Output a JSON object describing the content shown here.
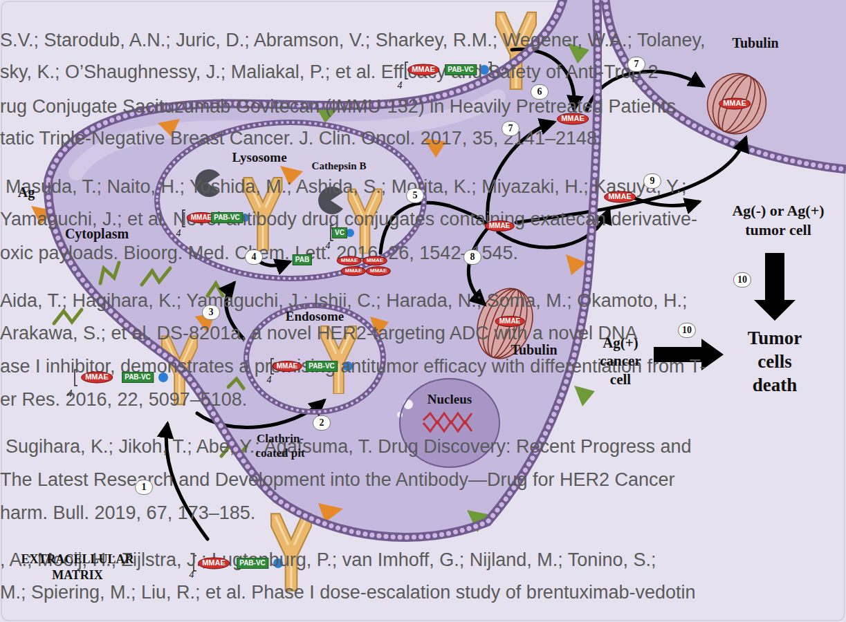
{
  "diagram": {
    "nodes": [
      {
        "text": [
          "Cytoplasm"
        ]
      },
      {
        "text": [
          "Lysosome"
        ],
        "in": 0
      },
      {
        "text": [
          "Endosome"
        ],
        "in": 0
      },
      {
        "text": [
          "Nucleus"
        ],
        "in": 0
      }
    ],
    "edges": [
      {
        "from": 2,
        "to": 1,
        "arrow": "to"
      }
    ],
    "labels": [
      "Tubulin",
      "Cathepsin B",
      "Ag",
      "Ag(-) or Ag(+) tumor cell",
      "Ag(+) cancer cell",
      "Tumor cells death",
      "Tubulin",
      "Clathrin-coated pit",
      "EXTRACELLULAR MATRIX",
      "1",
      "2",
      "3",
      "4",
      "5",
      "6",
      "7",
      "7",
      "8",
      "9",
      "10",
      "10",
      "4",
      "MMAE",
      "PAB-VC",
      "MMAE",
      "MMAE",
      "MMAE",
      "MMAE",
      "4",
      "MMAE",
      "PAB-VC",
      "4",
      "VC",
      "PAB",
      "MMAE",
      "MMAE",
      "MMAE",
      "MMAE",
      "MMAE",
      "4",
      "MMAE",
      "PAB-VC",
      "4",
      "MMAE",
      "PAB-VC",
      "4",
      "MMAE",
      "PAB-VC",
      "S.V.; Starodub, A.N.; Juric, D.; Abramson, V.; Sharkey, R.M.; Wegener, W.A.; Tolaney,",
      "sky, K.; O’Shaughnessy, J.; Maliakal, P.; et al. Efficacy and Safety of Anti-Trop-2",
      "rug Conjugate Sacituzumab Govitecan (IMMU-132) in Heavily Pretreated Patients",
      "tatic Triple-Negative Breast Cancer. J. Clin. Oncol. 2017, 35, 2141–2148.",
      "Masuda, T.; Naito, H.; Yoshida, M.; Ashida, S.; Morita, K.; Miyazaki, H.; Kasuya, Y.;",
      "Yamaguchi, J.; et al. Novel antibody drug conjugates containing exatecan derivative-",
      "oxic payloads. Bioorg. Med. Chem. Lett. 2016, 26, 1542–1545.",
      "Aida, T.; Hagihara, K.; Yamaguchi, J.; Ishii, C.; Harada, N.; Soma, M.; Okamoto, H.;",
      "Arakawa, S.; et al. DS-8201a, a novel HER2-targeting ADC with a novel DNA",
      "ase I inhibitor, demonstrates a promising antitumor efficacy with differentiation from T-",
      "er Res. 2016, 22, 5097–5108.",
      "Sugihara, K.; Jikoh, T.; Abe, Y.; Agatsuma, T. Drug Discovery: Recent Progress and",
      "The Latest Research and Development into the Antibody—Drug for HER2 Cancer",
      "harm. Bull. 2019, 67, 173–185.",
      ", A.; Mooij, H.; Zijlstra, J.; Lugtenburg, P.; van Imhoff, G.; Nijland, M.; Tonino, S.;",
      "M.; Spiering, M.; Liu, R.; et al. Phase I dose-escalation study of brentuximab-vedotin"
    ]
  }
}
